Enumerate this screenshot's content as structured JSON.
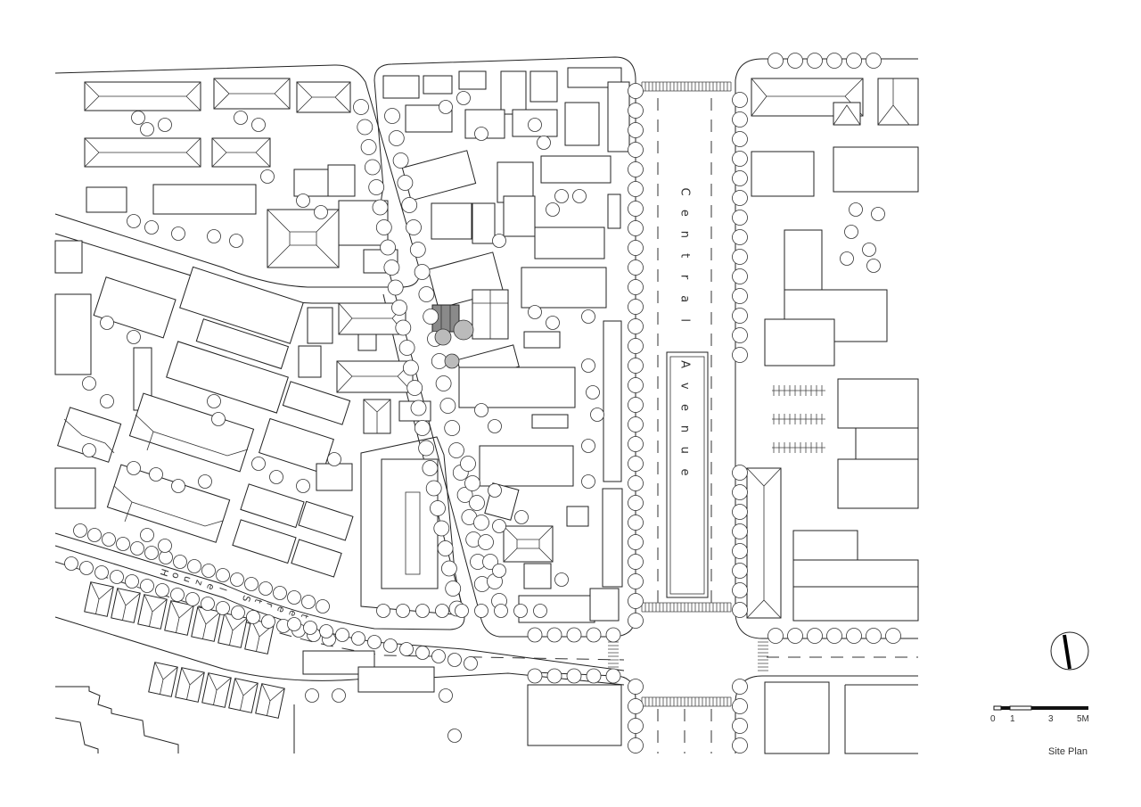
{
  "title": "Site Plan",
  "street_labels": {
    "central_avenue": "Central Avenue",
    "street_west": "Houzel Street"
  },
  "scale_bar": {
    "ticks": [
      "0",
      "1",
      "3",
      "5M"
    ]
  },
  "north_arrow": "north-arrow-icon",
  "colors": {
    "line": "#222222",
    "highlight": "#8a8a8a",
    "paper": "#ffffff"
  }
}
